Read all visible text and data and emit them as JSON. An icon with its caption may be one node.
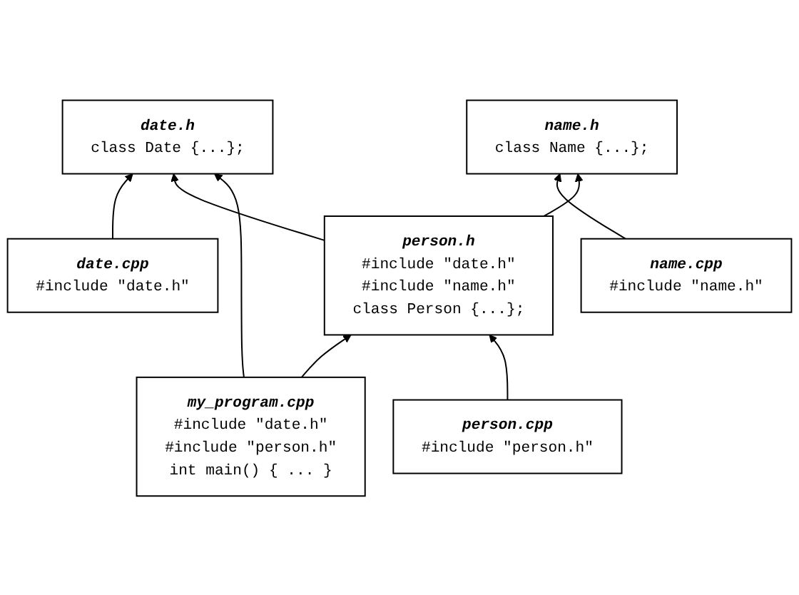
{
  "diagram": {
    "nodes": [
      {
        "text": [
          "date.h",
          "class Date {...};"
        ]
      },
      {
        "text": [
          "name.h",
          "class Name {...};"
        ]
      },
      {
        "text": [
          "date.cpp",
          "#include \"date.h\""
        ]
      },
      {
        "text": [
          "name.cpp",
          "#include \"name.h\""
        ]
      },
      {
        "text": [
          "person.h",
          "#include \"date.h\"",
          "#include \"name.h\"",
          "class Person {...};"
        ]
      },
      {
        "text": [
          "person.cpp",
          "#include \"person.h\""
        ]
      },
      {
        "text": [
          "my_program.cpp",
          "#include \"date.h\"",
          "#include \"person.h\"",
          "int main() { ... }"
        ]
      }
    ],
    "edges": [
      {
        "from": 2,
        "to": 0,
        "arrow": "to"
      },
      {
        "from": 3,
        "to": 1,
        "arrow": "to"
      },
      {
        "from": 4,
        "to": 0,
        "arrow": "to"
      },
      {
        "from": 4,
        "to": 1,
        "arrow": "to"
      },
      {
        "from": 6,
        "to": 0,
        "arrow": "to"
      },
      {
        "from": 6,
        "to": 4,
        "arrow": "to"
      },
      {
        "from": 5,
        "to": 4,
        "arrow": "to"
      }
    ]
  }
}
